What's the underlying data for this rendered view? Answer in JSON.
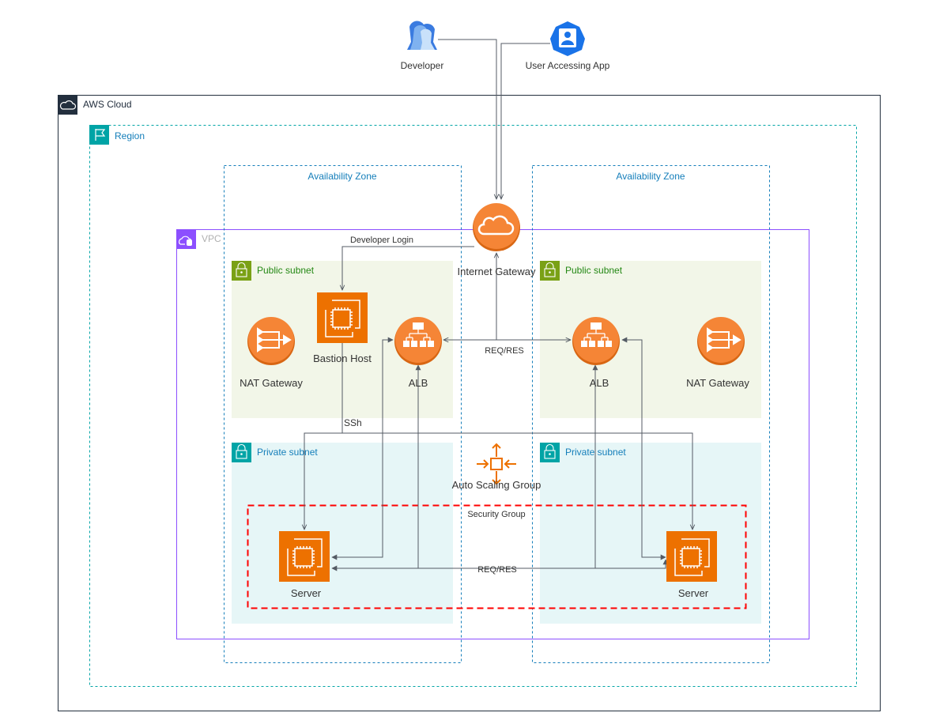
{
  "actors": {
    "developer": {
      "label": "Developer",
      "icon": "developer-users-icon"
    },
    "user": {
      "label": "User Accessing App",
      "icon": "user-icon"
    }
  },
  "groups": {
    "aws_cloud": {
      "label": "AWS Cloud",
      "icon": "cloud-icon"
    },
    "region": {
      "label": "Region",
      "icon": "flag-icon"
    },
    "az_left": {
      "label": "Availability Zone"
    },
    "az_right": {
      "label": "Availability Zone"
    },
    "vpc": {
      "label": "VPC",
      "icon": "vpc-cloud-icon"
    },
    "public_subnet_left": {
      "label": "Public subnet",
      "icon": "lock-icon"
    },
    "public_subnet_right": {
      "label": "Public subnet",
      "icon": "lock-icon"
    },
    "private_subnet_left": {
      "label": "Private subnet",
      "icon": "lock-icon"
    },
    "private_subnet_right": {
      "label": "Private subnet",
      "icon": "lock-icon"
    },
    "security_group": {
      "label": "Security Group"
    }
  },
  "nodes": {
    "internet_gateway": {
      "label": "Internet Gateway",
      "icon": "internet-gateway-icon"
    },
    "bastion_host": {
      "label": "Bastion Host",
      "icon": "ec2-instance-icon"
    },
    "nat_left": {
      "label": "NAT Gateway",
      "icon": "nat-gateway-icon"
    },
    "nat_right": {
      "label": "NAT Gateway",
      "icon": "nat-gateway-icon"
    },
    "alb_left": {
      "label": "ALB",
      "icon": "load-balancer-icon"
    },
    "alb_right": {
      "label": "ALB",
      "icon": "load-balancer-icon"
    },
    "asg": {
      "label": "Auto Scaling Group",
      "icon": "auto-scaling-icon"
    },
    "server_left": {
      "label": "Server",
      "icon": "ec2-instance-icon"
    },
    "server_right": {
      "label": "Server",
      "icon": "ec2-instance-icon"
    }
  },
  "edges": {
    "developer_login": "Developer Login",
    "ssh": "SSh",
    "req_res_top": "REQ/RES",
    "req_res_bottom": "REQ/RES"
  },
  "colors": {
    "aws_orange": "#ED7100",
    "aws_orange_circle": "#F58536",
    "region_teal": "#00A4A6",
    "region_text": "#147EBA",
    "vpc_purple": "#8C4FFF",
    "public_green": "#7AA116",
    "public_text": "#248814",
    "public_fill": "#F2F6E8",
    "private_fill": "#E6F6F7",
    "private_text": "#147EBA",
    "security_red": "#FF0000",
    "aws_cloud_dark": "#232F3E",
    "edge": "#545B64"
  }
}
